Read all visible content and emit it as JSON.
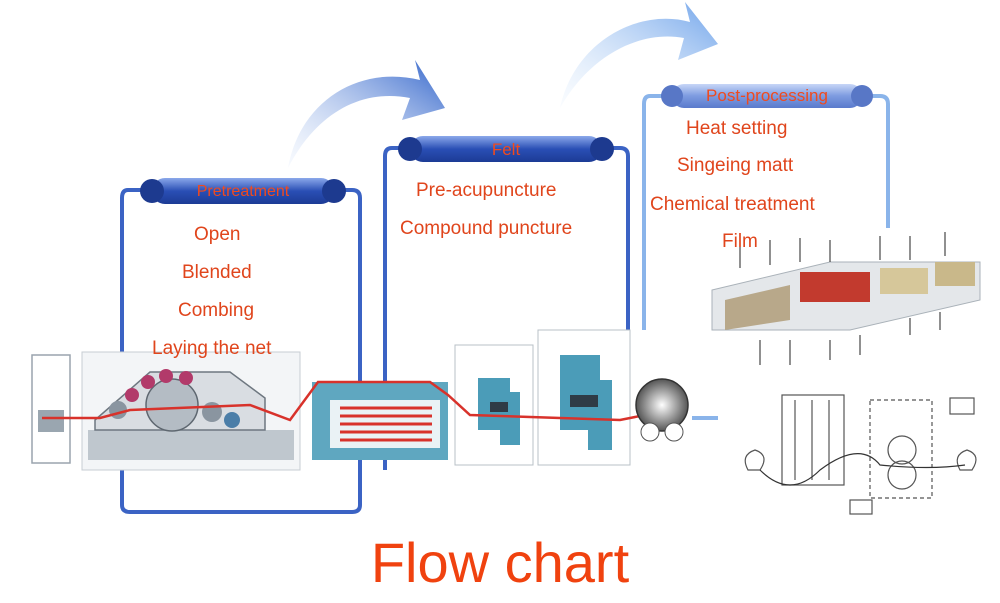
{
  "title": "Flow chart",
  "stages": [
    {
      "name": "Pretreatment",
      "items": [
        "Open",
        "Blended",
        "Combing",
        "Laying the net"
      ]
    },
    {
      "name": "Felt",
      "items": [
        "Pre-acupuncture",
        "Compound puncture"
      ]
    },
    {
      "name": "Post-processing",
      "items": [
        "Heat setting",
        "Singeing matt",
        "Chemical treatment",
        "Film"
      ]
    }
  ],
  "colors": {
    "text_accent": "#e0451c",
    "frame_blue": "#3b63c4",
    "pill_blue": "#2e53b8",
    "arrow_blue": "#3f78d6",
    "machine_teal": "#4b9cb8",
    "machine_red": "#d8322b"
  }
}
